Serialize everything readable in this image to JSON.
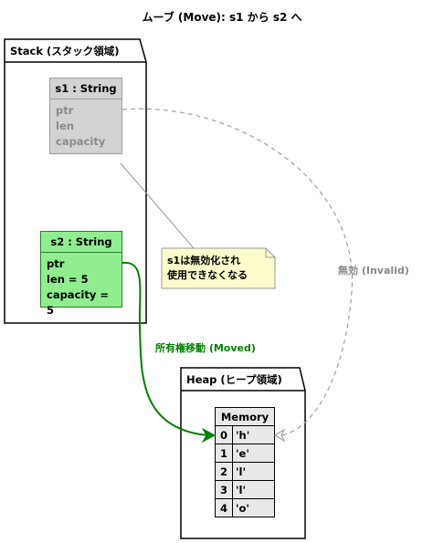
{
  "title": "ムーブ (Move): s1 から s2 へ",
  "stack": {
    "label": "Stack (スタック領域)"
  },
  "heap": {
    "label": "Heap (ヒープ領域)"
  },
  "s1": {
    "header": "s1 : String",
    "fields": [
      "ptr",
      "len",
      "capacity"
    ]
  },
  "s2": {
    "header": "s2 : String",
    "fields": [
      "ptr",
      "len = 5",
      "capacity = 5"
    ]
  },
  "note": {
    "lines": [
      "s1は無効化され",
      "使用できなくなる"
    ]
  },
  "edges": {
    "moved_label": "所有権移動 (Moved)",
    "invalid_label": "無効 (Invalid)"
  },
  "memory": {
    "header": "Memory",
    "rows": [
      {
        "index": "0",
        "value": "'h'"
      },
      {
        "index": "1",
        "value": "'e'"
      },
      {
        "index": "2",
        "value": "'l'"
      },
      {
        "index": "3",
        "value": "'l'"
      },
      {
        "index": "4",
        "value": "'o'"
      }
    ]
  },
  "colors": {
    "s1_fill": "#d3d3d3",
    "s2_fill": "#90ee90",
    "moved_arrow": "#008000",
    "invalid_arrow": "#a0a0a0",
    "note_fill": "#fbfbcc",
    "memory_fill": "#e8e8e8"
  }
}
